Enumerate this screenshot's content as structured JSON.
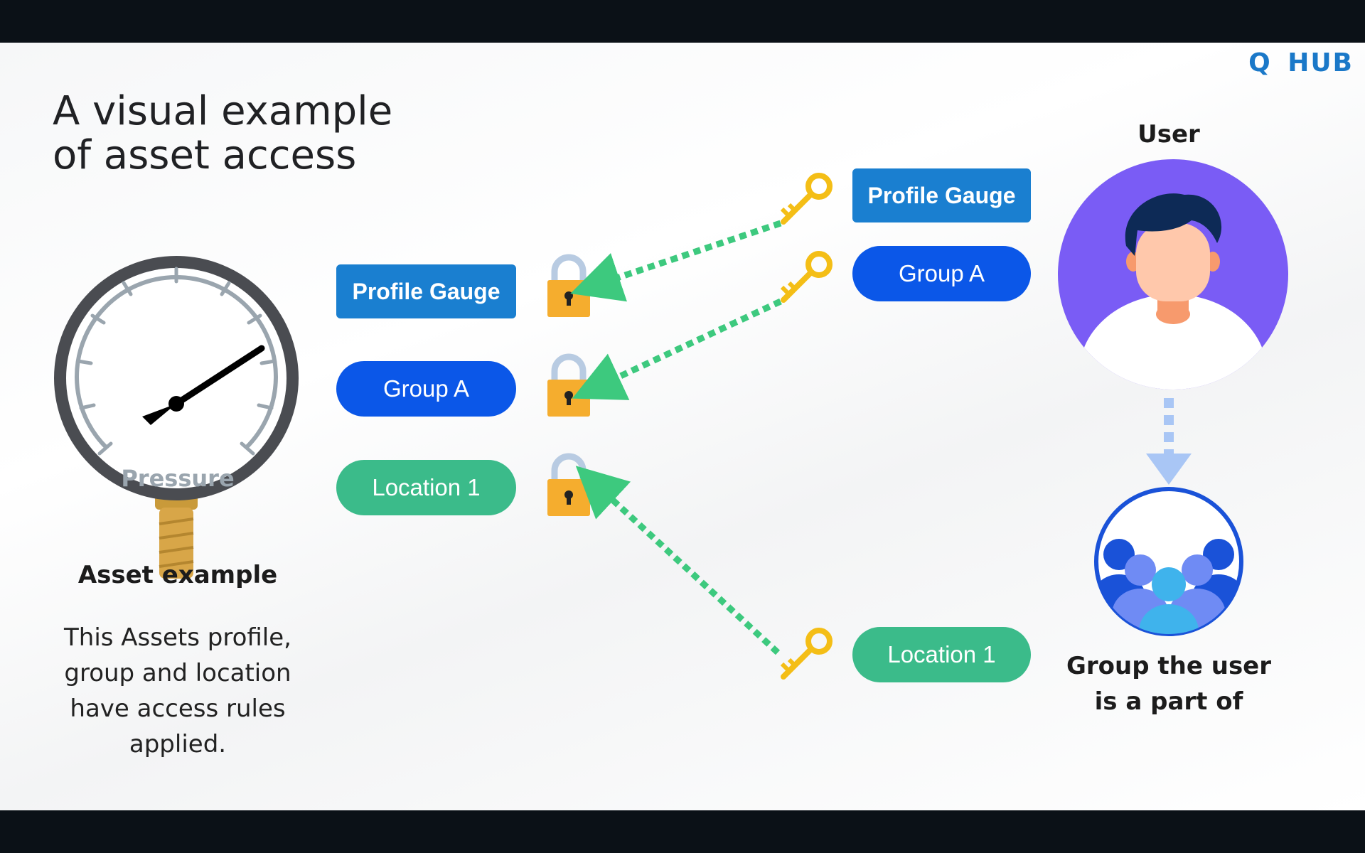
{
  "brand": "Q HUB",
  "title": "A visual example\nof asset access",
  "asset": {
    "gauge_text": "Pressure",
    "label": "Asset example",
    "description": "This Assets profile, group and location have access rules applied."
  },
  "asset_tags": [
    {
      "label": "Profile Gauge"
    },
    {
      "label": "Group A"
    },
    {
      "label": "Location 1"
    }
  ],
  "user": {
    "label": "User",
    "keys": [
      {
        "label": "Profile Gauge"
      },
      {
        "label": "Group A"
      },
      {
        "label": "Location 1"
      }
    ],
    "group_label": "Group the user is a part of"
  },
  "colors": {
    "profile": "#1a7fd0",
    "group": "#0b57e8",
    "location": "#3bbb8a",
    "arrow": "#3dc97e",
    "lock_body": "#f5ad2e",
    "key": "#f4be16",
    "avatar_bg": "#7a5cf5"
  },
  "icons": [
    "gauge-icon",
    "lock-icon",
    "key-icon",
    "user-avatar-icon",
    "group-icon"
  ]
}
